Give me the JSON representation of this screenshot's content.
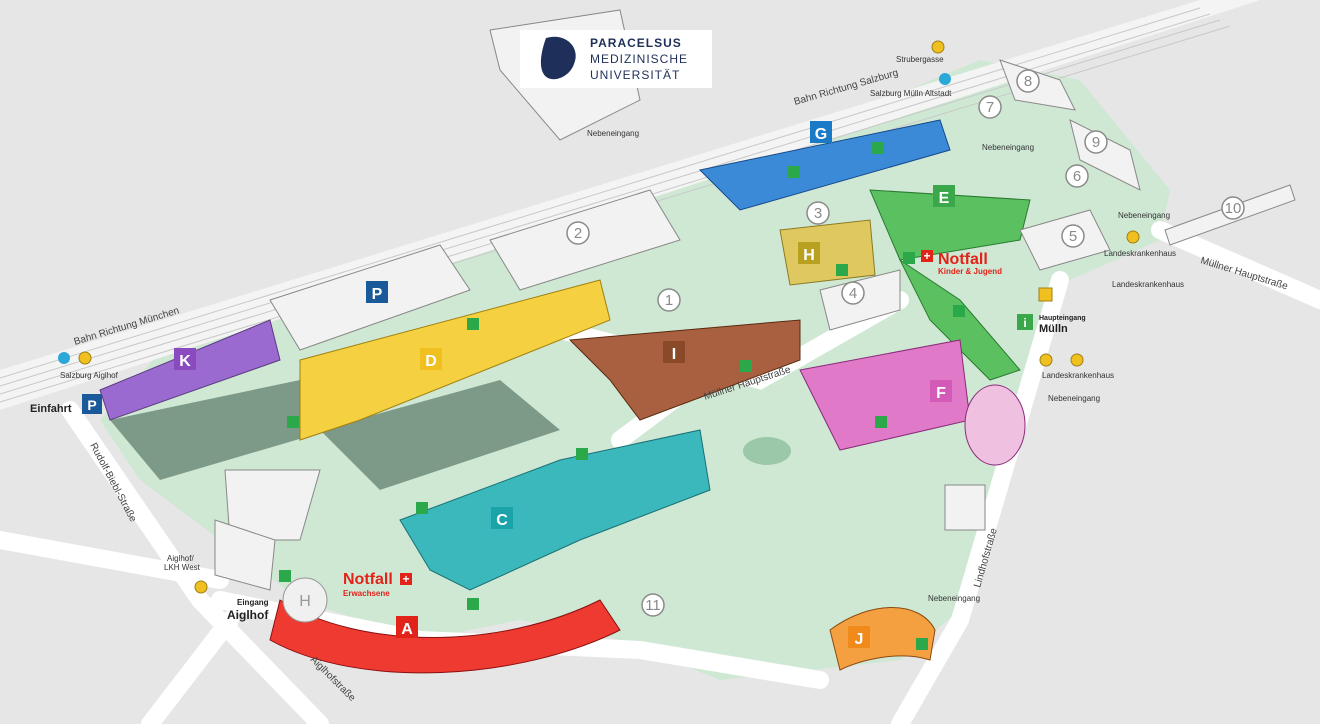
{
  "logo": {
    "line1": "PARACELSUS",
    "line2": "MEDIZINISCHE",
    "line3": "UNIVERSITÄT"
  },
  "buildings": {
    "A": {
      "label": "A",
      "color": "#e2231a"
    },
    "C": {
      "label": "C",
      "color": "#1aa3a8"
    },
    "D": {
      "label": "D",
      "color": "#f0c020"
    },
    "E": {
      "label": "E",
      "color": "#3aa84a"
    },
    "F": {
      "label": "F",
      "color": "#d45ab8"
    },
    "G": {
      "label": "G",
      "color": "#1a7ac8"
    },
    "H": {
      "label": "H",
      "color": "#b8a020"
    },
    "I": {
      "label": "I",
      "color": "#8a4a2a"
    },
    "J": {
      "label": "J",
      "color": "#f08a1a"
    },
    "K": {
      "label": "K",
      "color": "#8a4ac0"
    }
  },
  "numbers": [
    "1",
    "2",
    "3",
    "4",
    "5",
    "6",
    "7",
    "8",
    "9",
    "10",
    "11"
  ],
  "labels": {
    "notfall_kinder": "Notfall",
    "notfall_kinder_sub": "Kinder & Jugend",
    "notfall_erw": "Notfall",
    "notfall_erw_sub": "Erwachsene",
    "einfahrt": "Einfahrt",
    "eingang": "Eingang",
    "aiglhof": "Aiglhof",
    "haupteingang": "Haupteingang",
    "muelln": "Mülln",
    "nebeneingang": "Nebeneingang",
    "strubergasse": "Strubergasse",
    "salzburg_muelln": "Salzburg Mülln Altstadt",
    "salzburg_aiglhof": "Salzburg Aiglhof",
    "bahn_salzburg": "Bahn Richtung Salzburg",
    "bahn_muenchen": "Bahn Richtung München",
    "muellner_hauptstr": "Müllner Hauptstraße",
    "muellner_hauptstr2": "Müllner Hauptstraße",
    "landeskrankenhaus": "Landeskrankenhaus",
    "rudolf_biebl": "Rudolf-Biebl-Straße",
    "aiglhofstrasse": "Aiglhofstraße",
    "lindhofstrasse": "Lindhofstraße",
    "aiglhof_lkh": "Aiglhof/",
    "lkh_west": "LKH West"
  },
  "colors": {
    "green": "#cfe8d4",
    "road": "#ffffff",
    "bg": "#e6e6e6",
    "parking": "#1a5a9a",
    "bus": "#f0c020",
    "sbahn": "#2aa8d8"
  },
  "icons": [
    "parking-icon",
    "bus-stop-icon",
    "s-bahn-icon",
    "defibrillator-icon",
    "info-icon",
    "helipad-icon",
    "emergency-cross-icon"
  ]
}
